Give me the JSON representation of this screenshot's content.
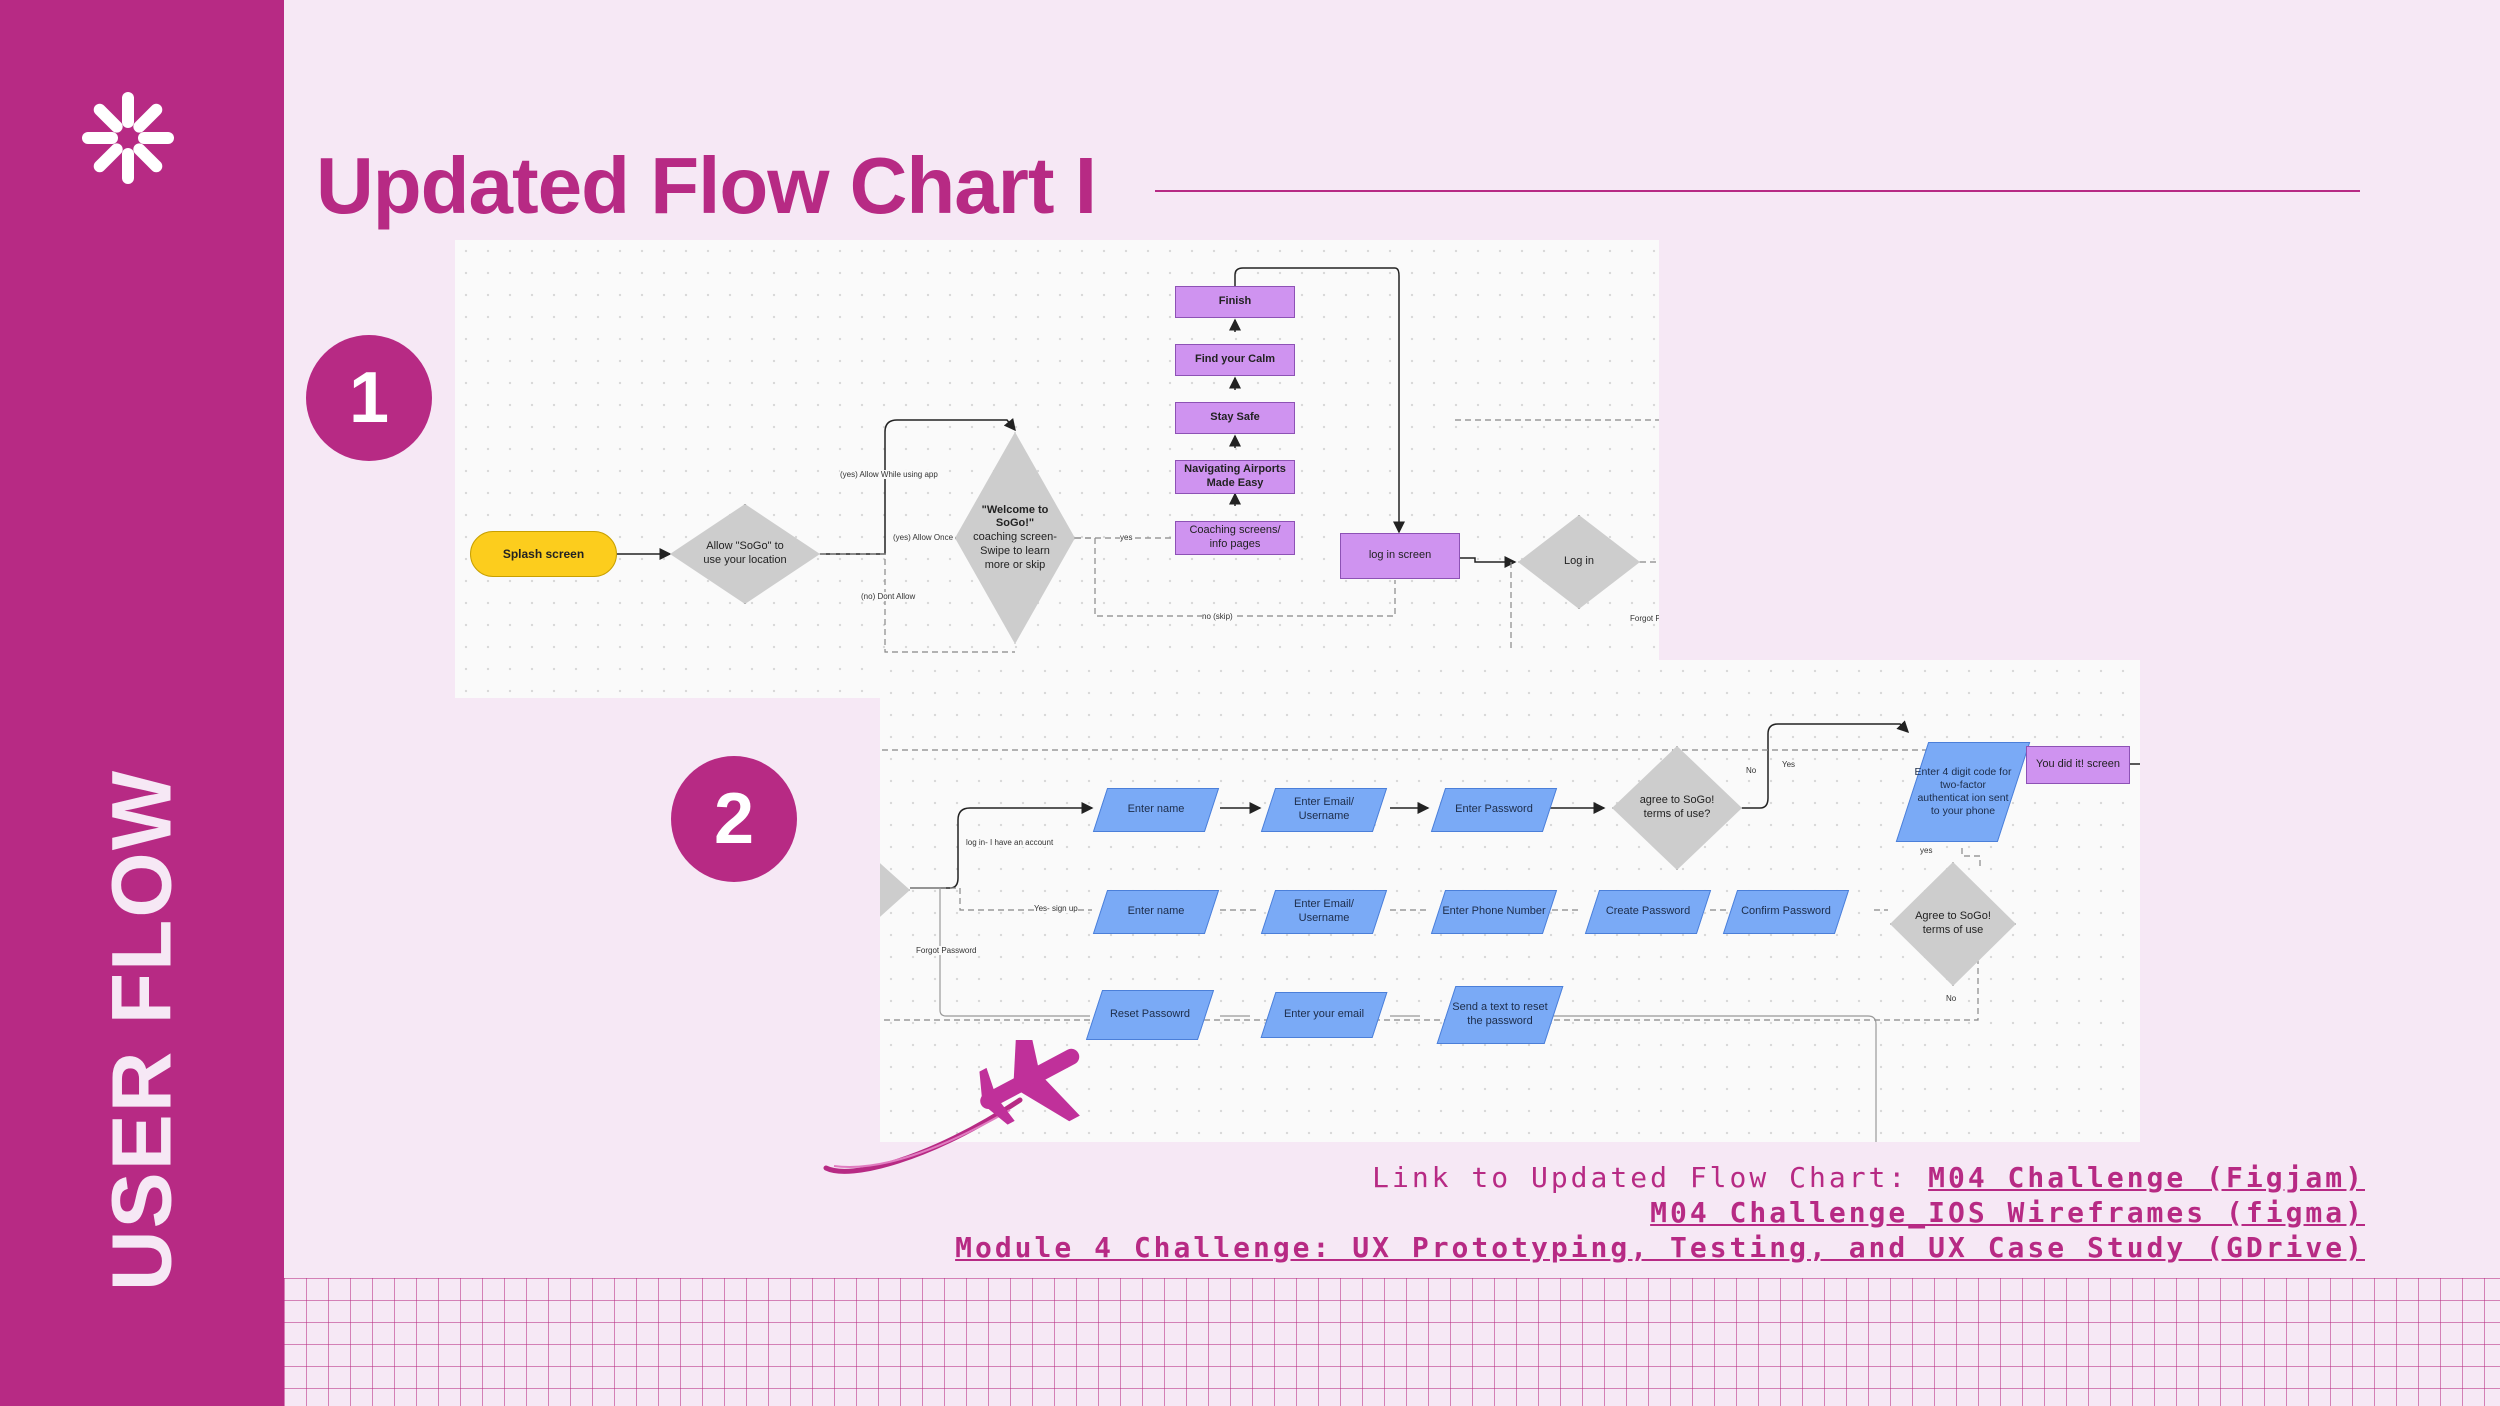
{
  "slide": {
    "side_label": "USER FLOW",
    "title": "Updated Flow Chart I",
    "badge_1": "1",
    "badge_2": "2"
  },
  "flow1": {
    "splash": "Splash screen",
    "allow_location": "Allow \"SoGo\" to use your location",
    "welcome_bold": "\"Welcome to SoGo!\"",
    "welcome_rest": "coaching screen- Swipe to learn more or skip",
    "coaching": "Coaching screens/ info pages",
    "navigating": "Navigating Airports Made Easy",
    "stay_safe": "Stay Safe",
    "find_calm": "Find your Calm",
    "finish": "Finish",
    "login_screen": "log in screen",
    "login": "Log in",
    "edge_allow_while": "(yes) Allow While using app",
    "edge_allow_once": "(yes) Allow Once",
    "edge_dont_allow": "(no) Dont Allow",
    "edge_yes": "yes",
    "edge_no_skip": "no (skip)",
    "edge_forgot": "Forgot P"
  },
  "flow2": {
    "row1": [
      "Enter name",
      "Enter Email/ Username",
      "Enter Password"
    ],
    "agree1": "agree to SoGo! terms of use?",
    "two_factor": "Enter 4 digit code for two-factor authenticat ion sent to your phone",
    "you_did_it": "You did it! screen",
    "row2": [
      "Enter name",
      "Enter Email/ Username",
      "Enter Phone Number",
      "Create Password",
      "Confirm Password"
    ],
    "agree2": "Agree to SoGo! terms of use",
    "row3": [
      "Reset Passowrd",
      "Enter your email",
      "Send a text to reset the password"
    ],
    "edge_login_account": "log in- I have an account",
    "edge_yes_signup": "Yes- sign up",
    "edge_forgot_password": "Forgot Password",
    "edge_no": "No",
    "edge_yes": "Yes",
    "edge_yes_lower": "yes",
    "edge_no_2": "No"
  },
  "links": {
    "prefix": "Link to Updated Flow Chart: ",
    "link_figjam": "M04 Challenge (Figjam)",
    "link_figma": "M04 Challenge_IOS Wireframes (figma)",
    "link_gdrive": "Module 4 Challenge: UX Prototyping, Testing, and UX Case Study (GDrive)"
  },
  "colors": {
    "brand_magenta": "#b72a84",
    "background": "#f6e8f5",
    "terminal_yellow": "#fccd1d",
    "process_purple": "#cf93f0",
    "io_blue": "#7aaaf6",
    "decision_gray": "#cdcdcd"
  },
  "icons": [
    "asterisk-icon",
    "airplane-icon"
  ]
}
